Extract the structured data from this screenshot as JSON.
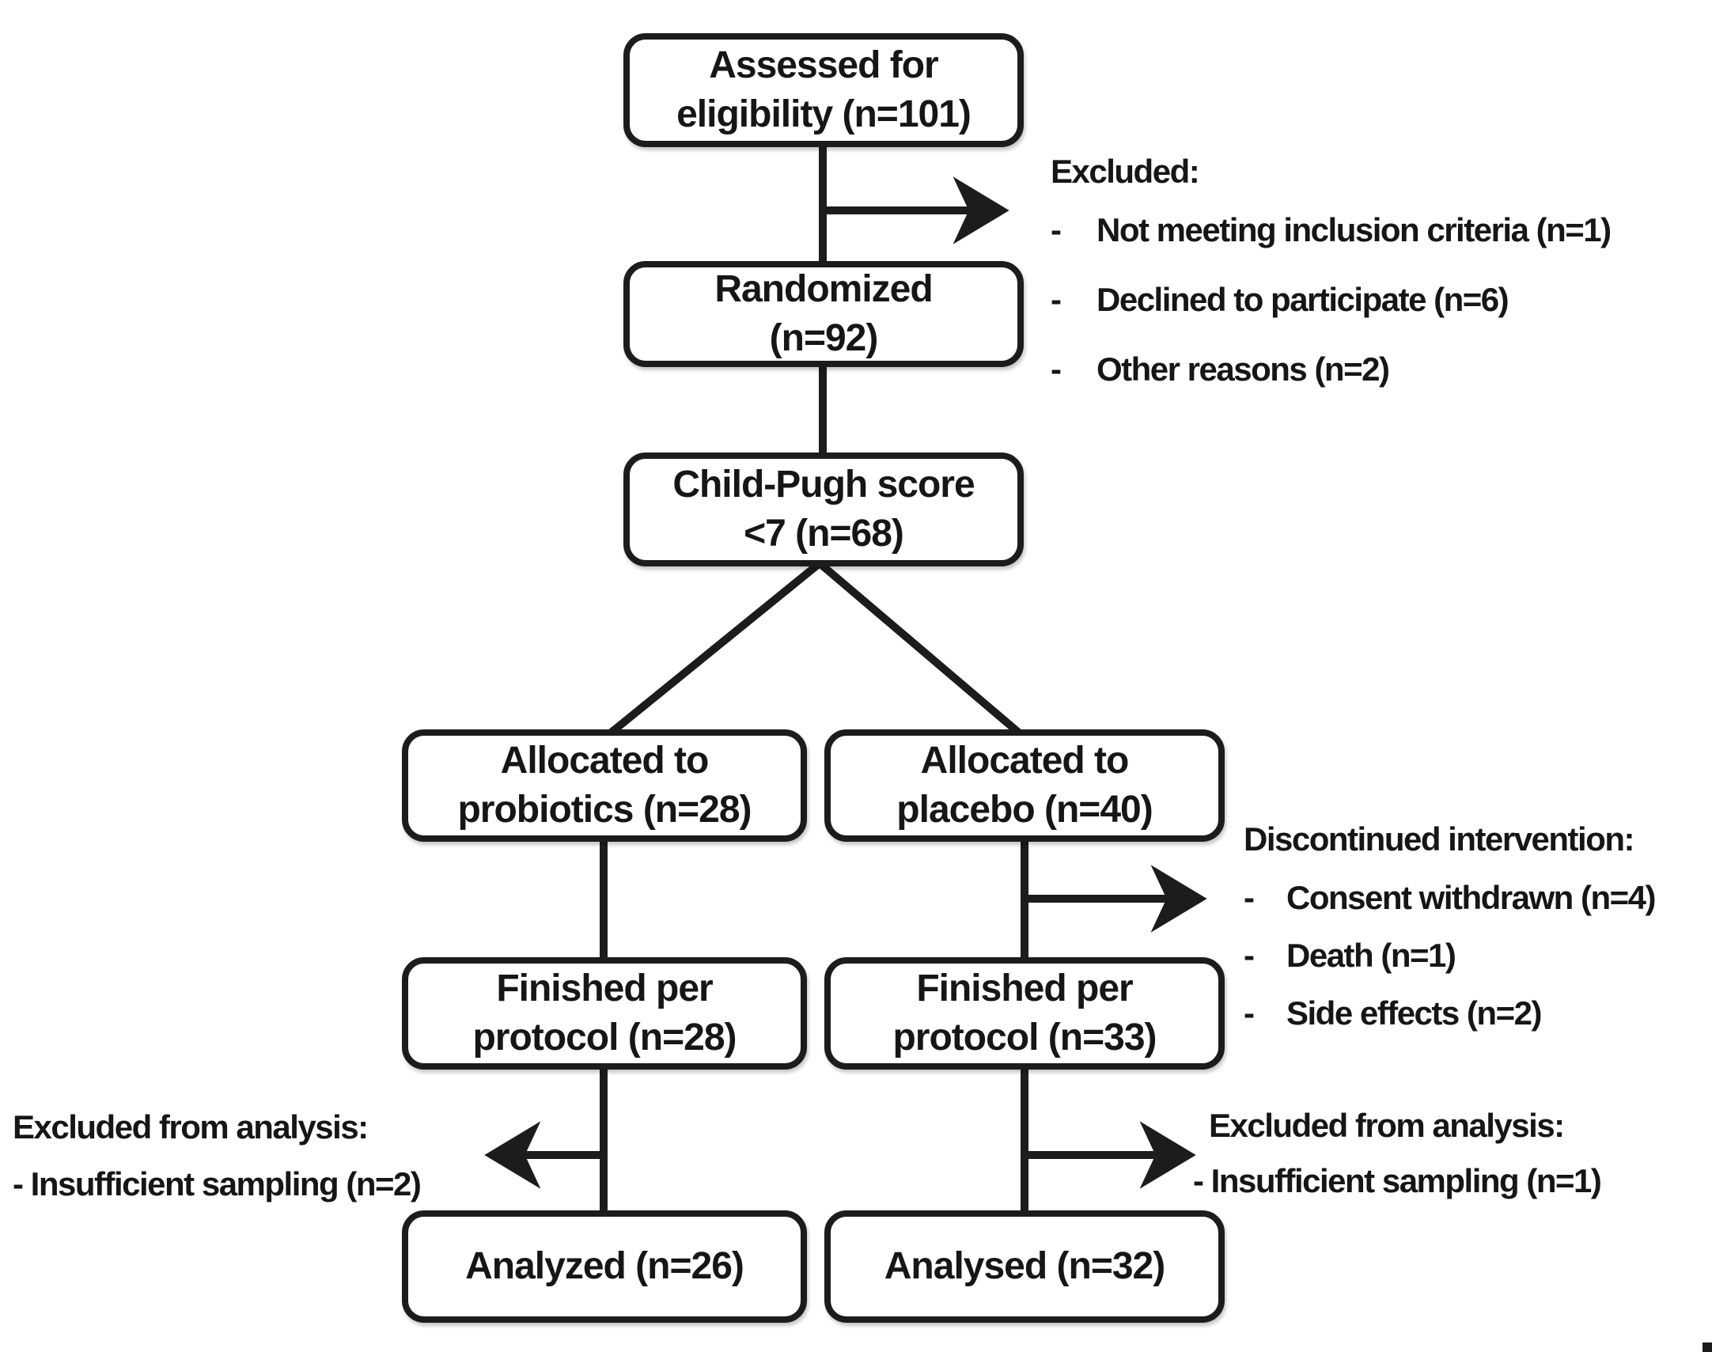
{
  "boxes": {
    "assessed": {
      "line1": "Assessed for",
      "line2": "eligibility (n=101)"
    },
    "randomized": {
      "line1": "Randomized",
      "line2": "(n=92)"
    },
    "child_pugh": {
      "line1": "Child-Pugh score",
      "line2": "<7 (n=68)"
    },
    "allocated_probiotics": {
      "line1": "Allocated to",
      "line2": "probiotics (n=28)"
    },
    "allocated_placebo": {
      "line1": "Allocated to",
      "line2": "placebo (n=40)"
    },
    "finished_probiotics": {
      "line1": "Finished per",
      "line2": "protocol (n=28)"
    },
    "finished_placebo": {
      "line1": "Finished per",
      "line2": "protocol (n=33)"
    },
    "analyzed_probiotics": {
      "line1": "Analyzed (n=26)"
    },
    "analyzed_placebo": {
      "line1": "Analysed (n=32)"
    }
  },
  "annotations": {
    "excluded": {
      "heading": "Excluded:",
      "bullet": "-",
      "items": [
        "Not meeting inclusion criteria (n=1)",
        "Declined to participate (n=6)",
        "Other reasons (n=2)"
      ]
    },
    "discontinued": {
      "heading": "Discontinued intervention:",
      "bullet": "-",
      "items": [
        "Consent withdrawn (n=4)",
        "Death (n=1)",
        "Side effects (n=2)"
      ]
    },
    "excluded_analysis_left": {
      "heading": "Excluded from analysis:",
      "item": "- Insufficient sampling (n=2)"
    },
    "excluded_analysis_right": {
      "heading": "Excluded from analysis:",
      "item": "- Insufficient sampling (n=1)"
    }
  },
  "colors": {
    "ink": "#1c1c1c",
    "background": "#ffffff"
  }
}
